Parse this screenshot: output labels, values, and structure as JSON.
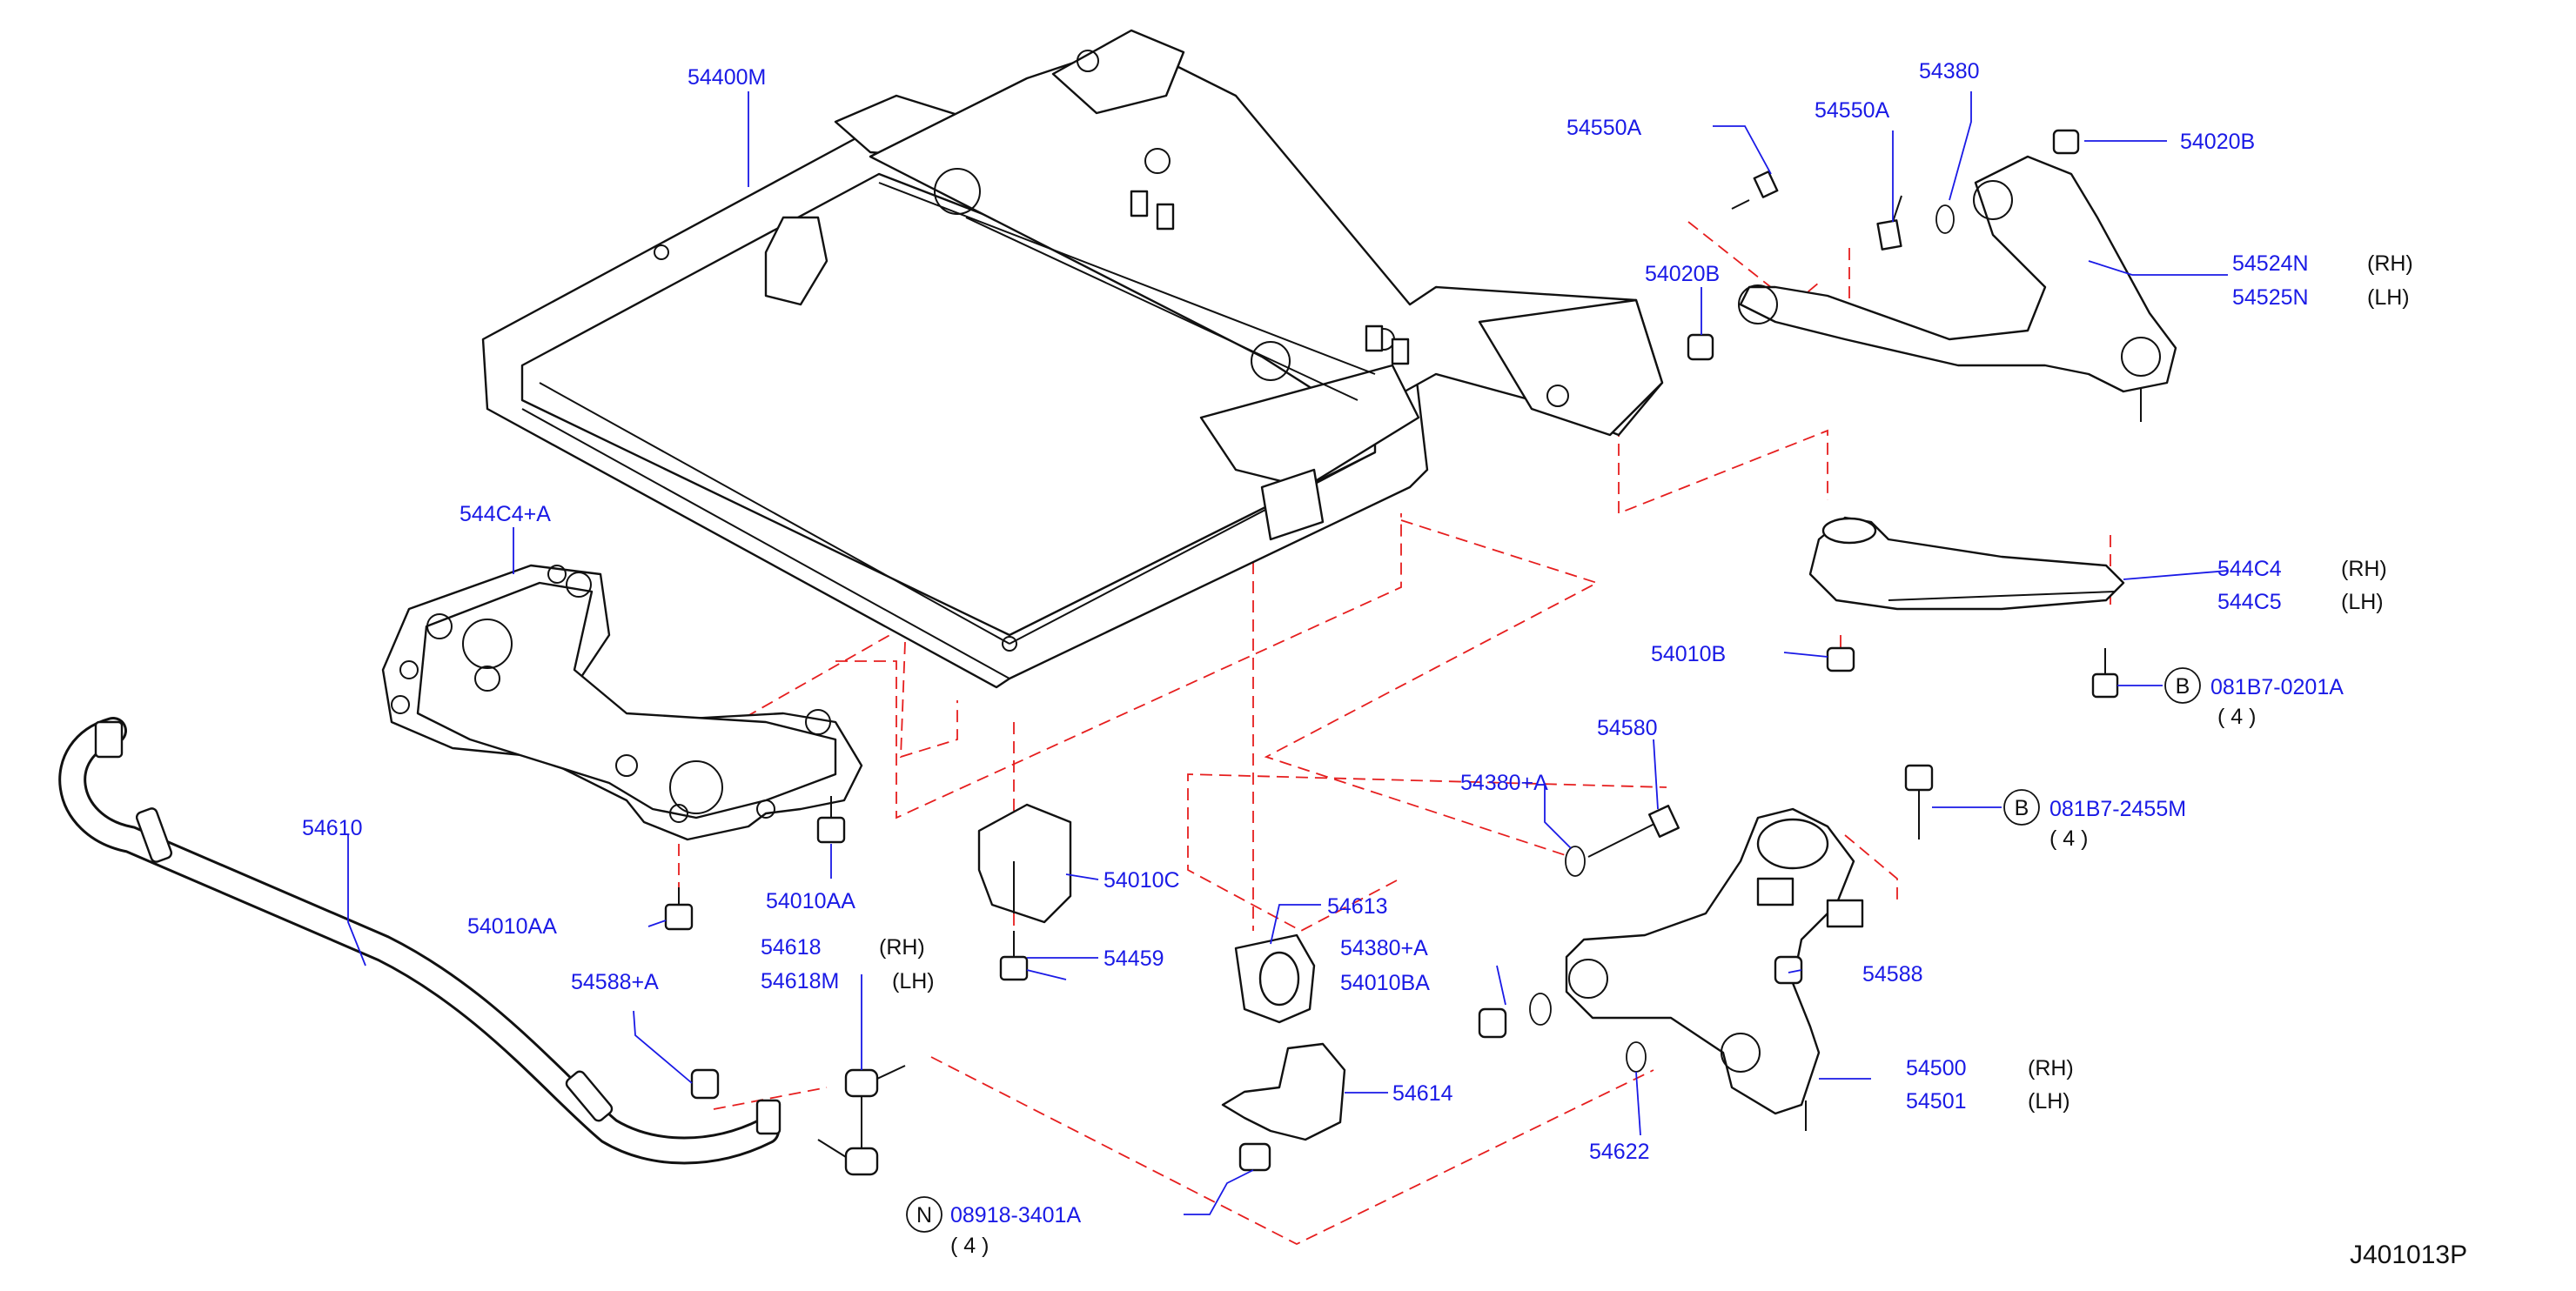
{
  "diagram_ref": "J401013P",
  "colors": {
    "part_number": "#1a1ae6",
    "leader": "#1a1ae6",
    "dashed_guide": "#e61e1e",
    "outline": "#111111"
  },
  "labels": {
    "p54400M": "54400M",
    "p54550A_1": "54550A",
    "p54550A_2": "54550A",
    "p54380": "54380",
    "p54020B_1": "54020B",
    "p54020B_2": "54020B",
    "p54524N": "54524N",
    "p54525N": "54525N",
    "p544C4A": "544C4+A",
    "p544C4": "544C4",
    "p544C5": "544C5",
    "p54010B": "54010B",
    "p081B7_0201A": "081B7-0201A",
    "p54580": "54580",
    "p54380A_1": "54380+A",
    "p081B7_2455M": "081B7-2455M",
    "p54610": "54610",
    "p54010C": "54010C",
    "p54459": "54459",
    "p54613": "54613",
    "p54380A_2": "54380+A",
    "p54010BA": "54010BA",
    "p54588": "54588",
    "p54500": "54500",
    "p54501": "54501",
    "p54010AA_1": "54010AA",
    "p54010AA_2": "54010AA",
    "p54618": "54618",
    "p54618M": "54618M",
    "p54588A": "54588+A",
    "p54614": "54614",
    "p54622": "54622",
    "p08918_3401A": "08918-3401A"
  },
  "side": {
    "rh": "(RH)",
    "lh": "(LH)"
  },
  "qty": {
    "four": "( 4 )"
  },
  "markers": {
    "b": "B",
    "n": "N"
  }
}
